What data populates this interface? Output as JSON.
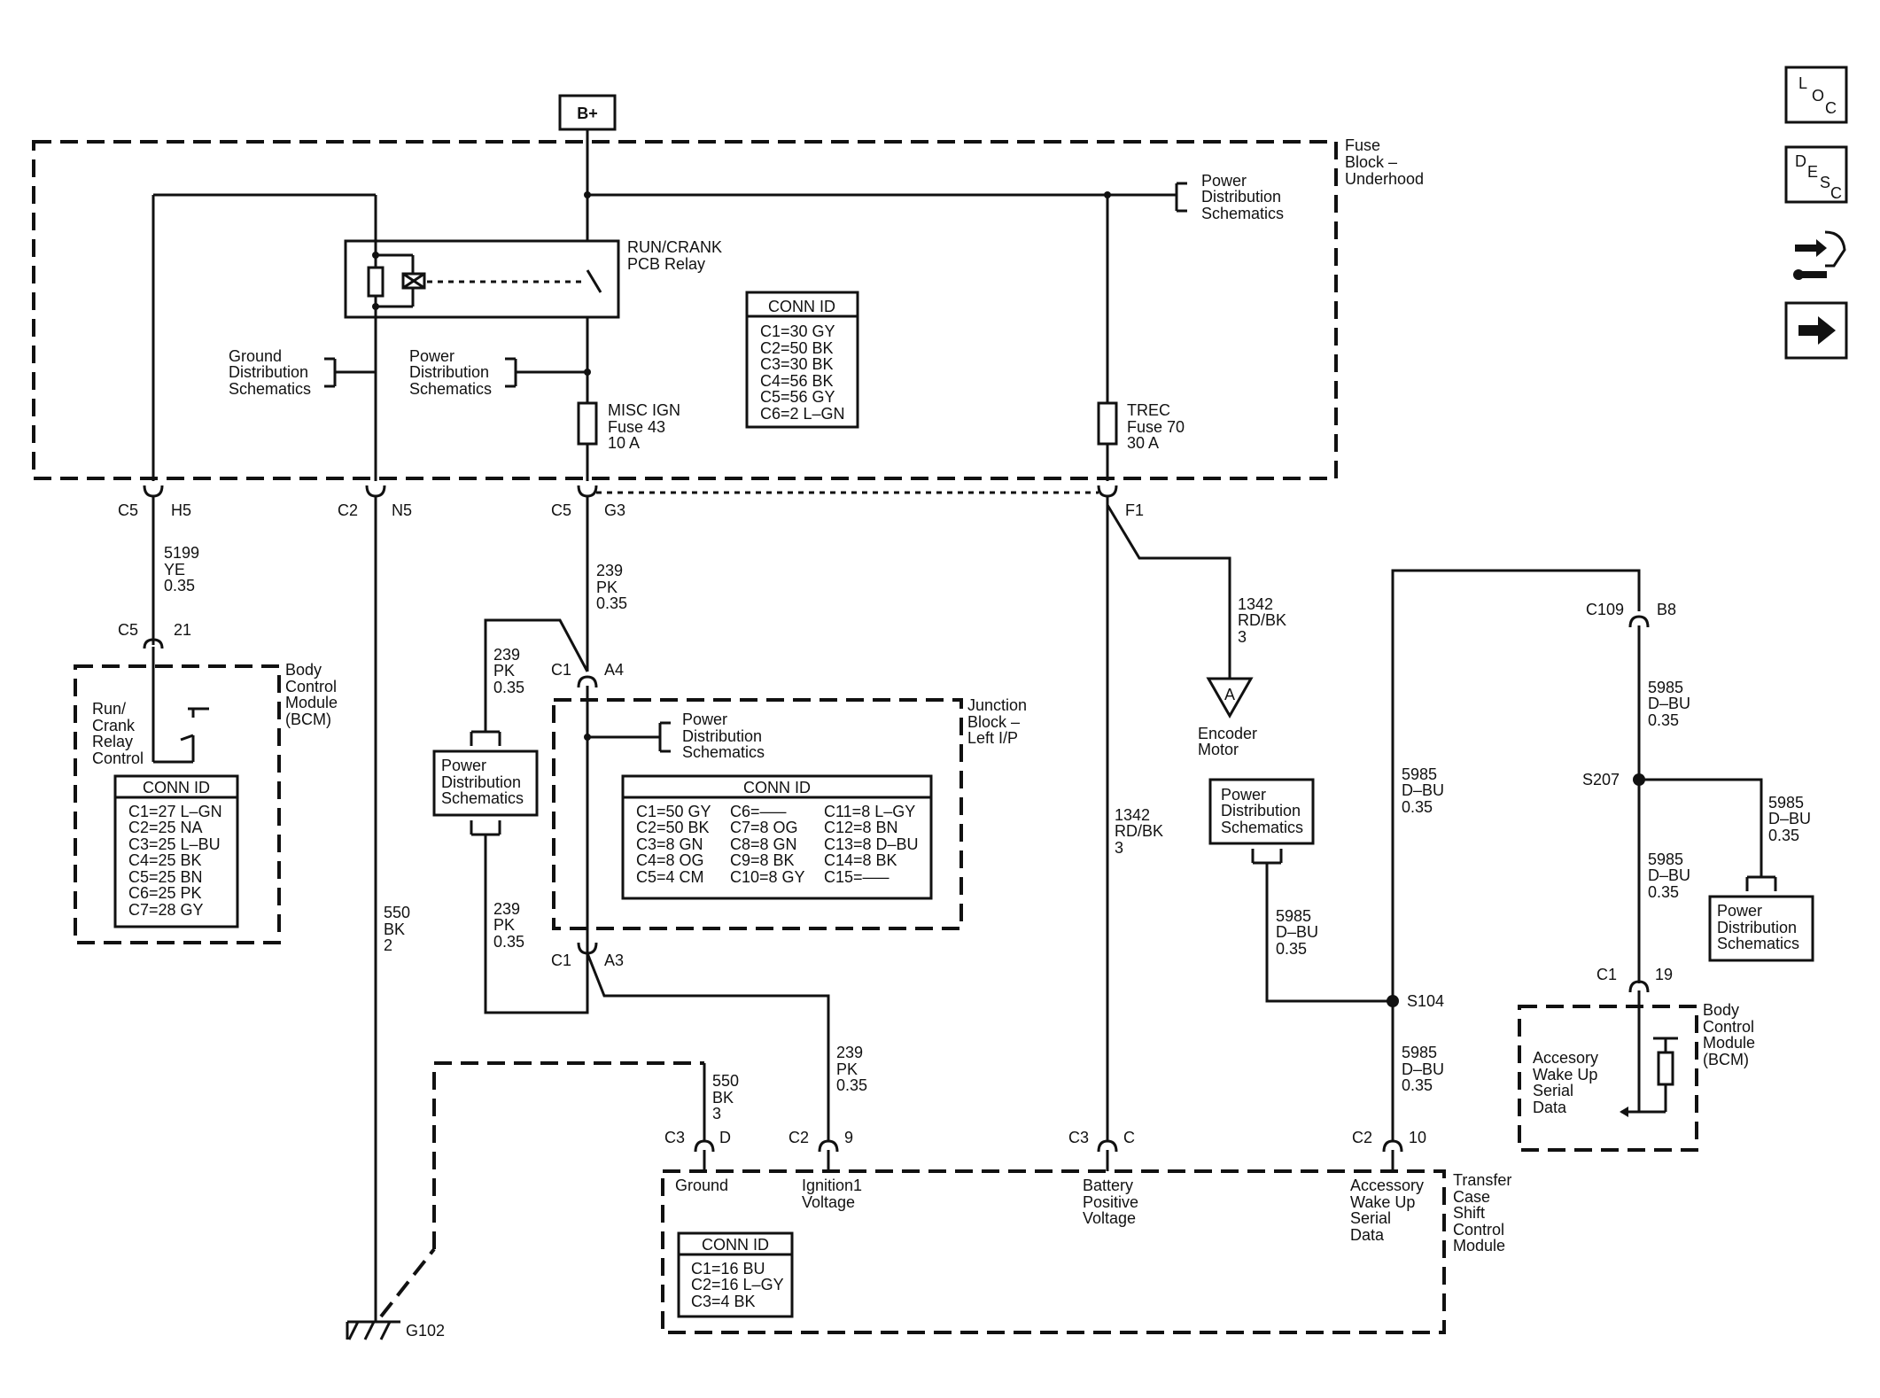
{
  "sources": {
    "battery": "B+"
  },
  "fuse_block": {
    "title": [
      "Fuse",
      "Block –",
      "Underhood"
    ],
    "relay_label": [
      "RUN/CRANK",
      "PCB Relay"
    ],
    "ground_ref": [
      "Ground",
      "Distribution",
      "Schematics"
    ],
    "power_ref_top": [
      "Power",
      "Distribution",
      "Schematics"
    ],
    "power_ref_mid": [
      "Power",
      "Distribution",
      "Schematics"
    ],
    "fuse43": [
      "MISC IGN",
      "Fuse 43",
      "10 A"
    ],
    "fuse70": [
      "TREC",
      "Fuse 70",
      "30 A"
    ],
    "conn_title": "CONN ID",
    "conn": [
      "C1=30 GY",
      "C2=50 BK",
      "C3=30 BK",
      "C4=56 BK",
      "C5=56 GY",
      "C6=2 L–GN"
    ]
  },
  "pins": {
    "c5h5": [
      "C5",
      "H5"
    ],
    "c2n5": [
      "C2",
      "N5"
    ],
    "c5g3": [
      "C5",
      "G3"
    ],
    "f1": "F1",
    "bcm_c5_21": [
      "C5",
      "21"
    ],
    "c1a4": [
      "C1",
      "A4"
    ],
    "c1a3": [
      "C1",
      "A3"
    ],
    "c109b8": [
      "C109",
      "B8"
    ],
    "c1_19": [
      "C1",
      "19"
    ],
    "c3d": [
      "C3",
      "D"
    ],
    "c2_9": [
      "C2",
      "9"
    ],
    "c3c": [
      "C3",
      "C"
    ],
    "c2_10": [
      "C2",
      "10"
    ],
    "s207": "S207",
    "s104": "S104",
    "g102": "G102"
  },
  "wires": {
    "w5199": [
      "5199",
      "YE",
      "0.35"
    ],
    "w239a": [
      "239",
      "PK",
      "0.35"
    ],
    "w239b": [
      "239",
      "PK",
      "0.35"
    ],
    "w239c": [
      "239",
      "PK",
      "0.35"
    ],
    "w239d": [
      "239",
      "PK",
      "0.35"
    ],
    "w550a": [
      "550",
      "BK",
      "2"
    ],
    "w550b": [
      "550",
      "BK",
      "3"
    ],
    "w1342a": [
      "1342",
      "RD/BK",
      "3"
    ],
    "w1342b": [
      "1342",
      "RD/BK",
      "3"
    ],
    "w5985a": [
      "5985",
      "D–BU",
      "0.35"
    ],
    "w5985b": [
      "5985",
      "D–BU",
      "0.35"
    ],
    "w5985c": [
      "5985",
      "D–BU",
      "0.35"
    ],
    "w5985d": [
      "5985",
      "D–BU",
      "0.35"
    ],
    "w5985e": [
      "5985",
      "D–BU",
      "0.35"
    ],
    "w5985f": [
      "5985",
      "D–BU",
      "0.35"
    ]
  },
  "bcm_left": {
    "title": [
      "Body",
      "Control",
      "Module",
      "(BCM)"
    ],
    "inner": [
      "Run/",
      "Crank",
      "Relay",
      "Control"
    ],
    "conn_title": "CONN ID",
    "conn": [
      "C1=27 L–GN",
      "C2=25 NA",
      "C3=25 L–BU",
      "C4=25 BK",
      "C5=25 BN",
      "C6=25 PK",
      "C7=28 GY"
    ]
  },
  "junction_block": {
    "title": [
      "Junction",
      "Block –",
      "Left I/P"
    ],
    "power_ref": [
      "Power",
      "Distribution",
      "Schematics"
    ],
    "conn_title": "CONN ID",
    "conn_col1": [
      "C1=50 GY",
      "C2=50 BK",
      "C3=8 GN",
      "C4=8 OG",
      "C5=4 CM"
    ],
    "conn_col2": [
      "C6=–––",
      "C7=8 OG",
      "C8=8 GN",
      "C9=8 BK",
      "C10=8 GY"
    ],
    "conn_col3": [
      "C11=8 L–GY",
      "C12=8 BN",
      "C13=8 D–BU",
      "C14=8 BK",
      "C15=–––"
    ]
  },
  "pds_left": [
    "Power",
    "Distribution",
    "Schematics"
  ],
  "pds_mid": [
    "Power",
    "Distribution",
    "Schematics"
  ],
  "pds_right": [
    "Power",
    "Distribution",
    "Schematics"
  ],
  "encoder": {
    "letter": "A",
    "label": [
      "Encoder",
      "Motor"
    ]
  },
  "tcscm": {
    "title": [
      "Transfer",
      "Case",
      "Shift",
      "Control",
      "Module"
    ],
    "pin_ground": "Ground",
    "pin_ign": [
      "Ignition1",
      "Voltage"
    ],
    "pin_batt": [
      "Battery",
      "Positive",
      "Voltage"
    ],
    "pin_acc": [
      "Accessory",
      "Wake Up",
      "Serial",
      "Data"
    ],
    "conn_title": "CONN ID",
    "conn": [
      "C1=16 BU",
      "C2=16 L–GY",
      "C3=4 BK"
    ]
  },
  "bcm_right": {
    "title": [
      "Body",
      "Control",
      "Module",
      "(BCM)"
    ],
    "inner": [
      "Accesory",
      "Wake Up",
      "Serial",
      "Data"
    ]
  },
  "nav": {
    "loc": [
      "L",
      "O",
      "C"
    ],
    "desc": [
      "D",
      "E",
      "S",
      "C"
    ],
    "tools_icon": "connector-tools-icon",
    "next_icon": "arrow-right-icon"
  }
}
